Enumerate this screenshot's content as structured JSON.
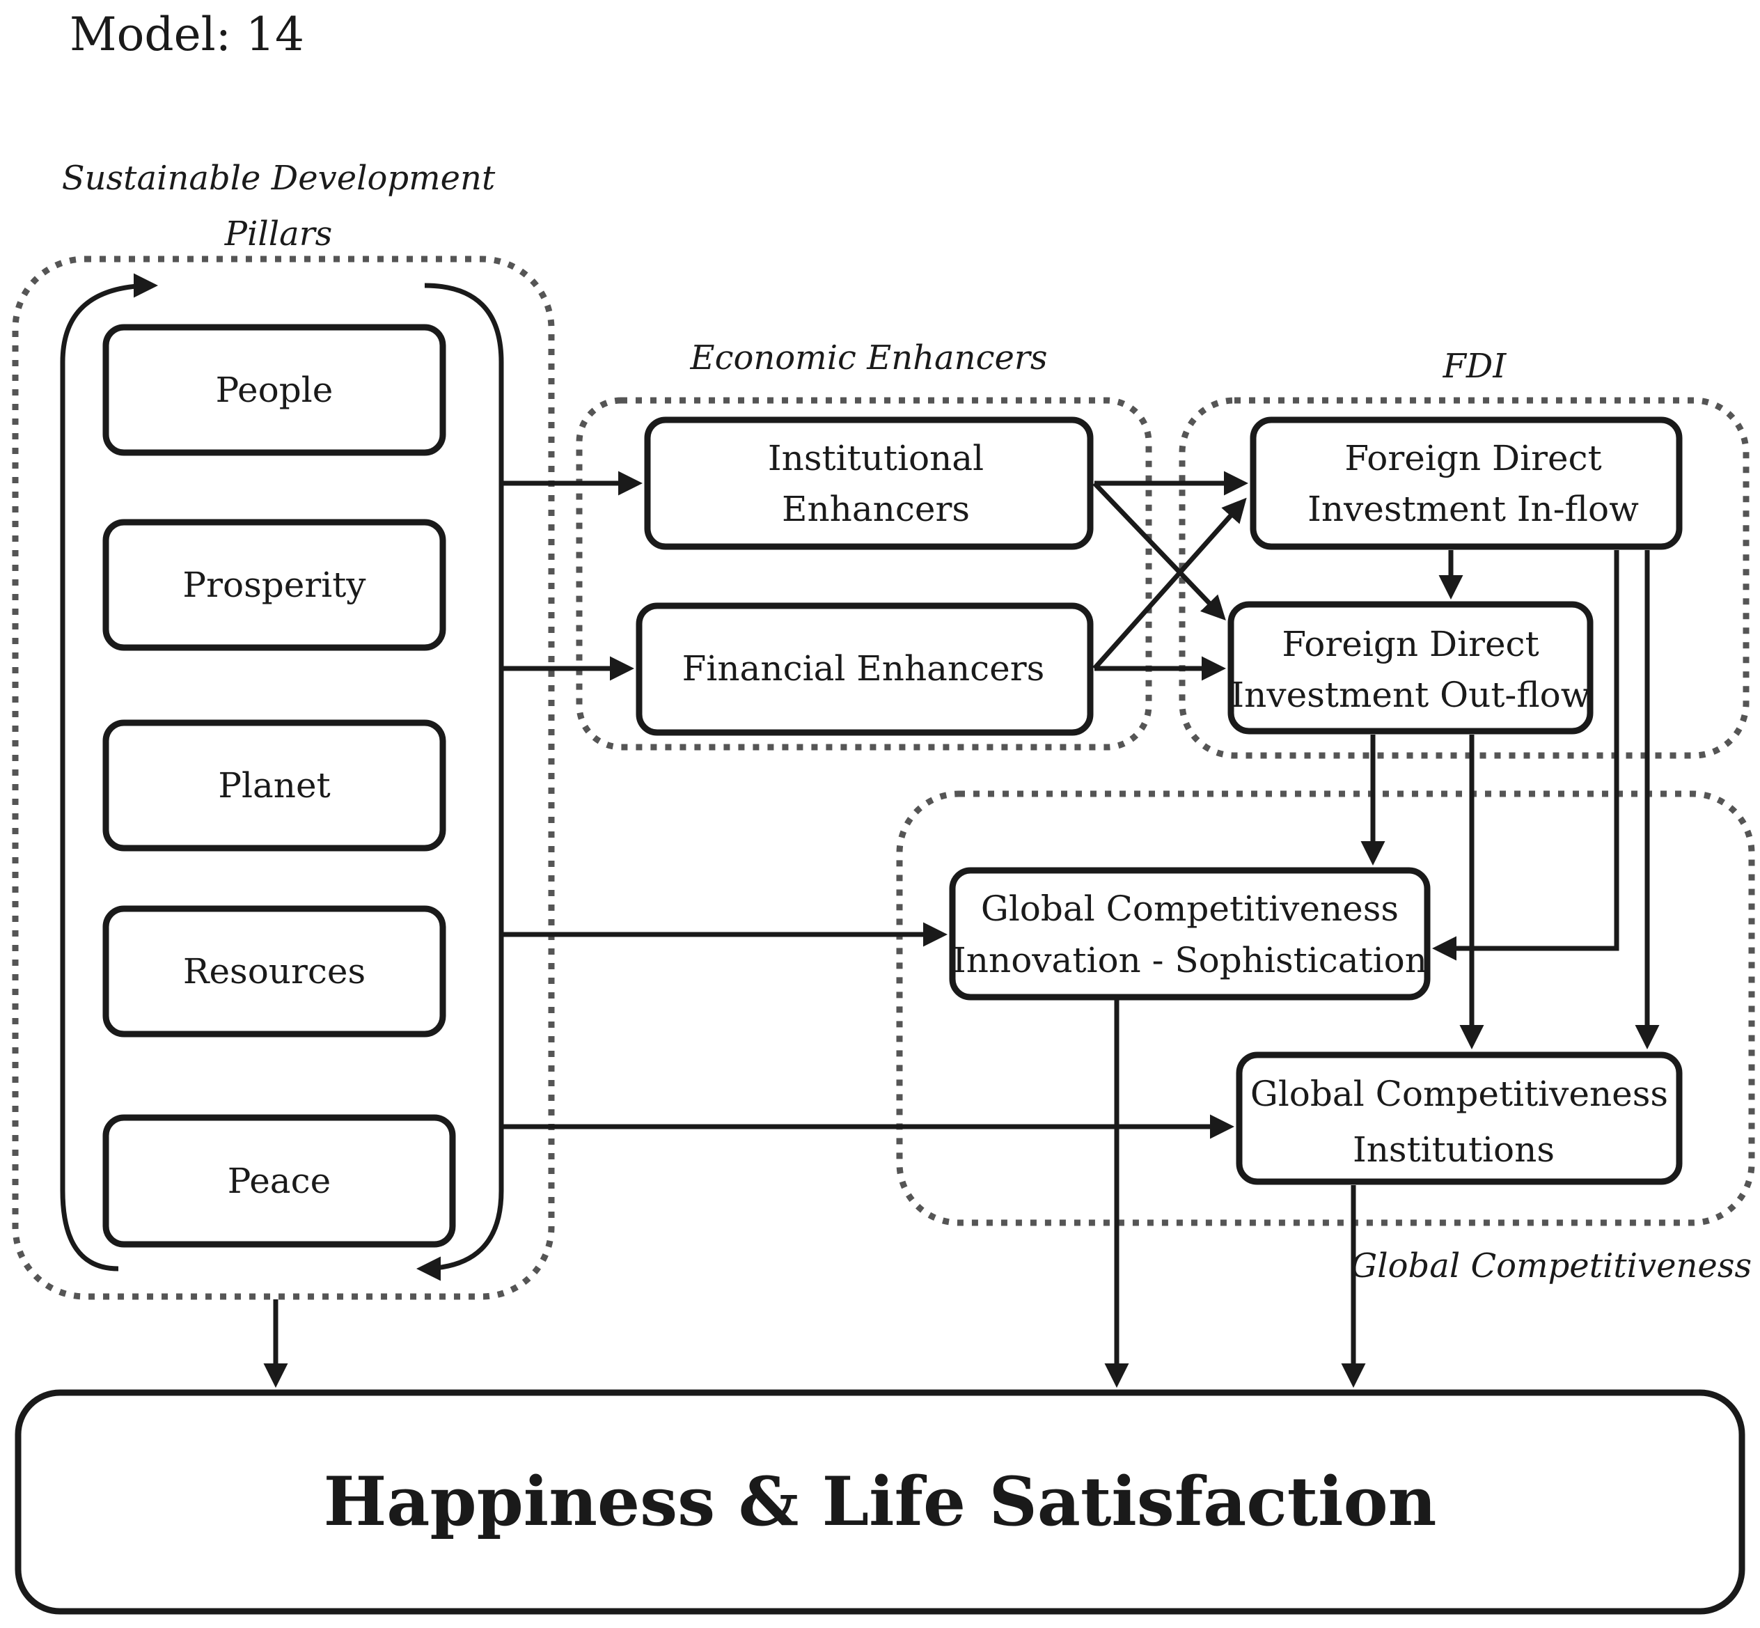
{
  "title": "Model: 14",
  "groups": {
    "sdg": {
      "label_line1": "Sustainable Development",
      "label_line2": "Pillars"
    },
    "economic": {
      "label": "Economic Enhancers"
    },
    "fdi": {
      "label": "FDI"
    },
    "global": {
      "label": "Global Competitiveness"
    }
  },
  "pillars": {
    "people": "People",
    "prosperity": "Prosperity",
    "planet": "Planet",
    "resources": "Resources",
    "peace": "Peace"
  },
  "enhancers": {
    "institutional_line1": "Institutional",
    "institutional_line2": "Enhancers",
    "financial": "Financial Enhancers"
  },
  "fdi": {
    "inflow_line1": "Foreign Direct",
    "inflow_line2": "Investment  In-flow",
    "outflow_line1": "Foreign Direct",
    "outflow_line2": "Investment Out-flow"
  },
  "competitiveness": {
    "innovation_line1": "Global Competitiveness",
    "innovation_line2": "Innovation - Sophistication",
    "institutions_line1": "Global Competitiveness",
    "institutions_line2": "Institutions"
  },
  "outcome": {
    "label": "Happiness & Life Satisfaction"
  },
  "colors": {
    "ink": "#1a1a1a",
    "dotted_border": "#555555",
    "background": "#ffffff"
  }
}
